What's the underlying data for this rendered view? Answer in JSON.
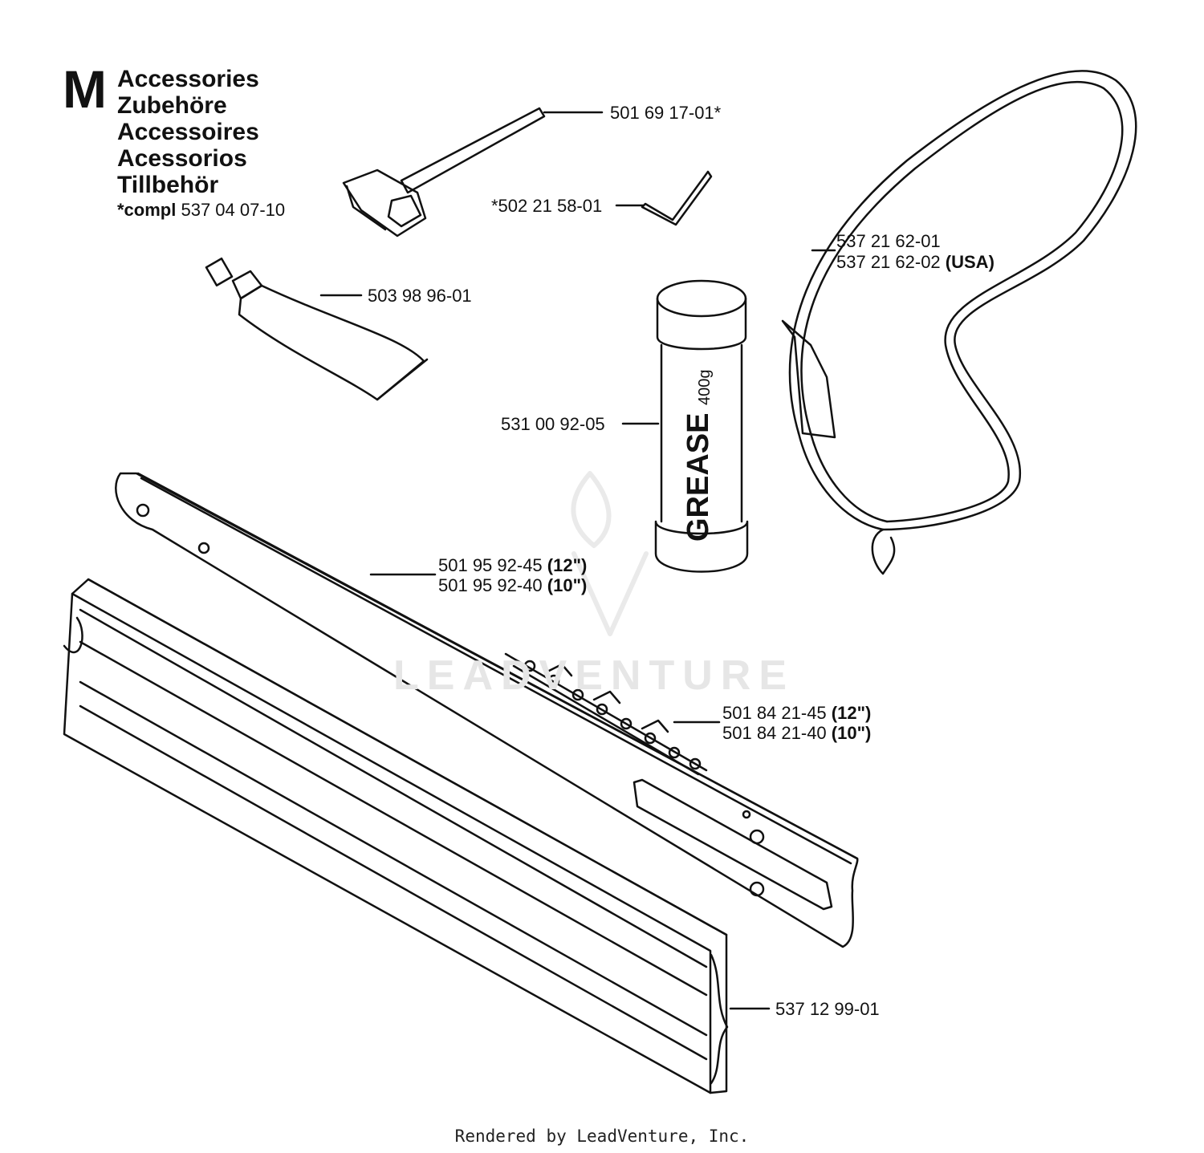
{
  "header": {
    "letter": "M",
    "titles": [
      "Accessories",
      "Zubehöre",
      "Accessoires",
      "Acessorios",
      "Tillbehör"
    ],
    "compl_label": "*compl",
    "compl_number": "537 04 07-10"
  },
  "parts": {
    "wrench": "501 69 17-01*",
    "hex_key": "*502 21 58-01",
    "tube": "503 98 96-01",
    "grease": "531 00 92-05",
    "harness_1": "537 21 62-01",
    "harness_2": "537 21 62-02",
    "harness_2_note": "(USA)",
    "bar_1": "501 95 92-45",
    "bar_1_size": "(12\")",
    "bar_2": "501 95 92-40",
    "bar_2_size": "(10\")",
    "chain_1": "501 84 21-45",
    "chain_1_size": "(12\")",
    "chain_2": "501 84 21-40",
    "chain_2_size": "(10\")",
    "cover": "537 12 99-01"
  },
  "grease_label": {
    "brand": "GREASE",
    "weight": "400g"
  },
  "watermark": "LEADVENTURE",
  "footer": "Rendered by LeadVenture, Inc."
}
